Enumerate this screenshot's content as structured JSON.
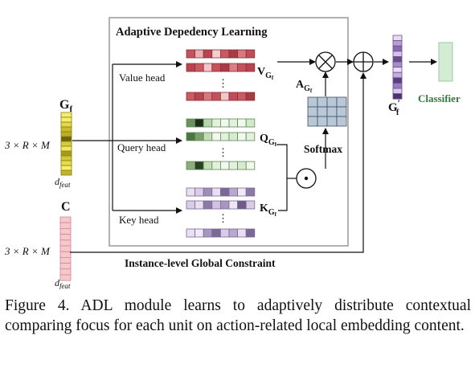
{
  "figure": {
    "module_title": "Adaptive Depedency Learning",
    "input_g": {
      "name": "G",
      "subscript": "f",
      "shape": "3 × R × M",
      "dim": "d",
      "dim_sub": "feat"
    },
    "input_c": {
      "name": "C",
      "shape": "3 × R × M",
      "dim": "d",
      "dim_sub": "feat"
    },
    "heads": {
      "value": "Value head",
      "query": "Query head",
      "key": "Key head"
    },
    "symbols": {
      "v": "V",
      "v_sub": "G",
      "v_subsub": "f",
      "q": "Q",
      "q_sub": "G",
      "q_subsub": "f",
      "k": "K",
      "k_sub": "G",
      "k_subsub": "f",
      "a": "A",
      "a_sub": "G",
      "a_subsub": "f"
    },
    "softmax": "Softmax",
    "output": {
      "name": "G",
      "prime": "′",
      "subscript": "f"
    },
    "classifier": "Classifier",
    "constraint": "Instance-level Global Constraint",
    "ellipsis": "⋮",
    "colors": {
      "value": "#c0505a",
      "query": "#5c9050",
      "key": "#8a76a8",
      "input_g": "#c8c030",
      "input_c": "#e8a0a8",
      "output": "#8a6aaa",
      "classifier_text": "#2e7a3a",
      "attention": "#b8c8d8"
    }
  },
  "caption": "Figure 4. ADL module learns to adaptively distribute contextual comparing focus for each unit on action-related local embedding content."
}
